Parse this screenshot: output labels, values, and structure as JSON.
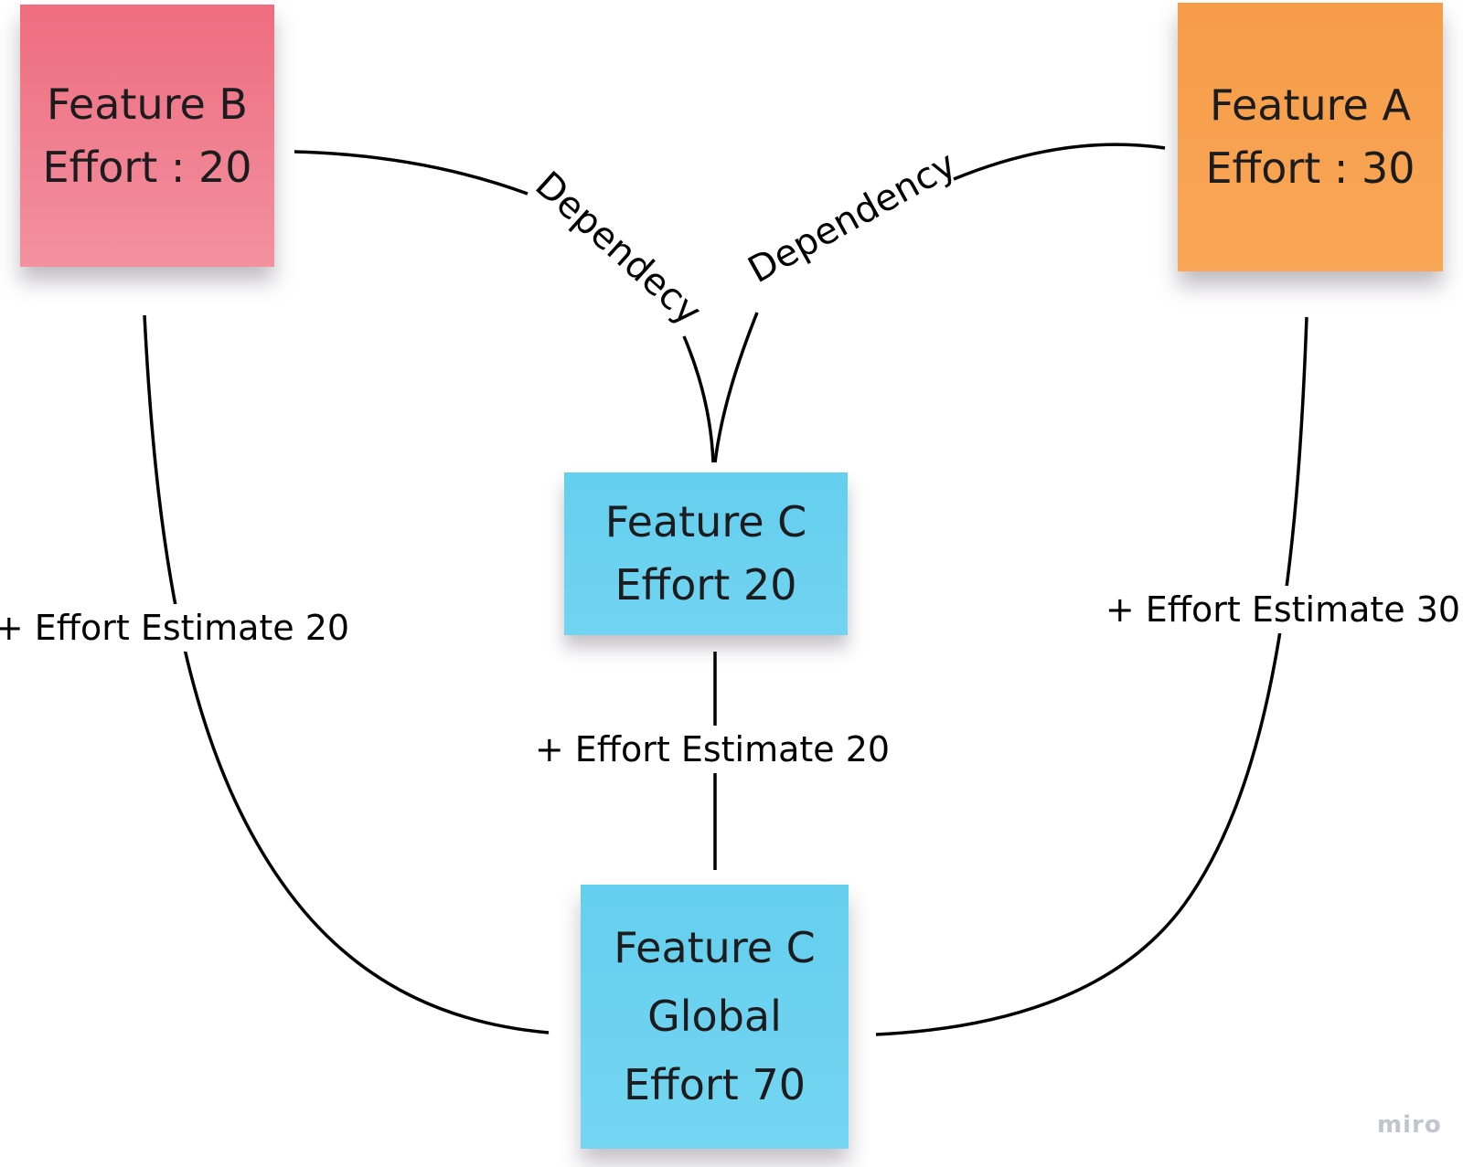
{
  "board": {
    "background": "#ffffff",
    "edge_color": "#000000",
    "text_color": "#1c1c1e",
    "watermark": "miro",
    "watermark_color": "#c3c4ce"
  },
  "notes": {
    "feature_b": {
      "line1": "Feature B",
      "line2": "Effort : 20",
      "color": "#f0778a"
    },
    "feature_a": {
      "line1": "Feature A",
      "line2": "Effort : 30",
      "color": "#f7a14f"
    },
    "feature_c": {
      "line1": "Feature C",
      "line2": "Effort 20",
      "color": "#68d0ee"
    },
    "feature_c_global": {
      "line1": "Feature C",
      "line2": "Global",
      "line3": "Effort 70",
      "color": "#69d1ef"
    }
  },
  "edges": {
    "dependency_to_b": {
      "label": "Dependecy"
    },
    "dependency_to_a": {
      "label": "Dependency"
    },
    "c_to_global": {
      "label": "+ Effort Estimate 20"
    },
    "b_to_global": {
      "label": "+ Effort Estimate 20"
    },
    "a_to_global": {
      "label": "+ Effort Estimate 30"
    }
  }
}
